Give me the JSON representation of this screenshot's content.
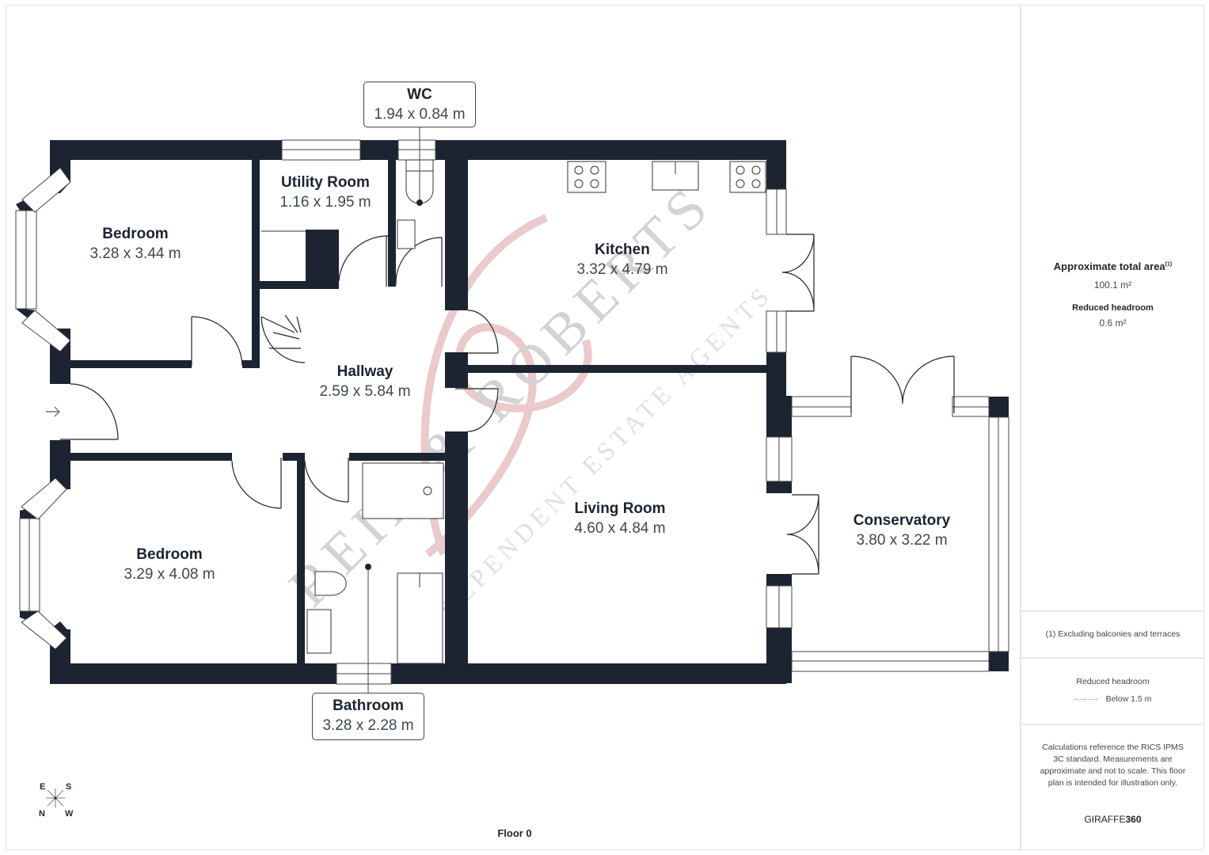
{
  "floor_label": "Floor 0",
  "rooms": {
    "bedroom1": {
      "name": "Bedroom",
      "dims": "3.28 x 3.44 m"
    },
    "utility": {
      "name": "Utility Room",
      "dims": "1.16 x 1.95 m"
    },
    "wc": {
      "name": "WC",
      "dims": "1.94 x 0.84 m"
    },
    "kitchen": {
      "name": "Kitchen",
      "dims": "3.32 x 4.79 m"
    },
    "hallway": {
      "name": "Hallway",
      "dims": "2.59 x 5.84 m"
    },
    "bedroom2": {
      "name": "Bedroom",
      "dims": "3.29 x 4.08 m"
    },
    "bathroom": {
      "name": "Bathroom",
      "dims": "3.28 x 2.28 m"
    },
    "living": {
      "name": "Living Room",
      "dims": "4.60 x 4.84 m"
    },
    "conservatory": {
      "name": "Conservatory",
      "dims": "3.80 x 3.22 m"
    }
  },
  "compass": {
    "top_left": "E",
    "top_right": "S",
    "bottom_left": "N",
    "bottom_right": "W"
  },
  "watermark": {
    "brand": "REID & ROBERTS",
    "tagline": "INDEPENDENT ESTATE AGENTS",
    "accent_color": "#d9a0a3"
  },
  "sidebar": {
    "total_area_title": "Approximate total area",
    "total_area_footnote_mark": "(1)",
    "total_area_value": "100.1 m²",
    "reduced_headroom_title": "Reduced headroom",
    "reduced_headroom_value": "0.6 m²",
    "footnote": "(1) Excluding balconies and terraces",
    "legend_title": "Reduced headroom",
    "legend_dots": "·········",
    "legend_label": "Below 1.5 m",
    "disclaimer": "Calculations reference the RICS IPMS 3C standard. Measurements are approximate and not to scale. This floor plan is intended for illustration only.",
    "brand_light": "GIRAFFE",
    "brand_bold": "360"
  },
  "colors": {
    "wall": "#1b2430",
    "text": "#1b2430",
    "dim_text": "#3e4652"
  }
}
